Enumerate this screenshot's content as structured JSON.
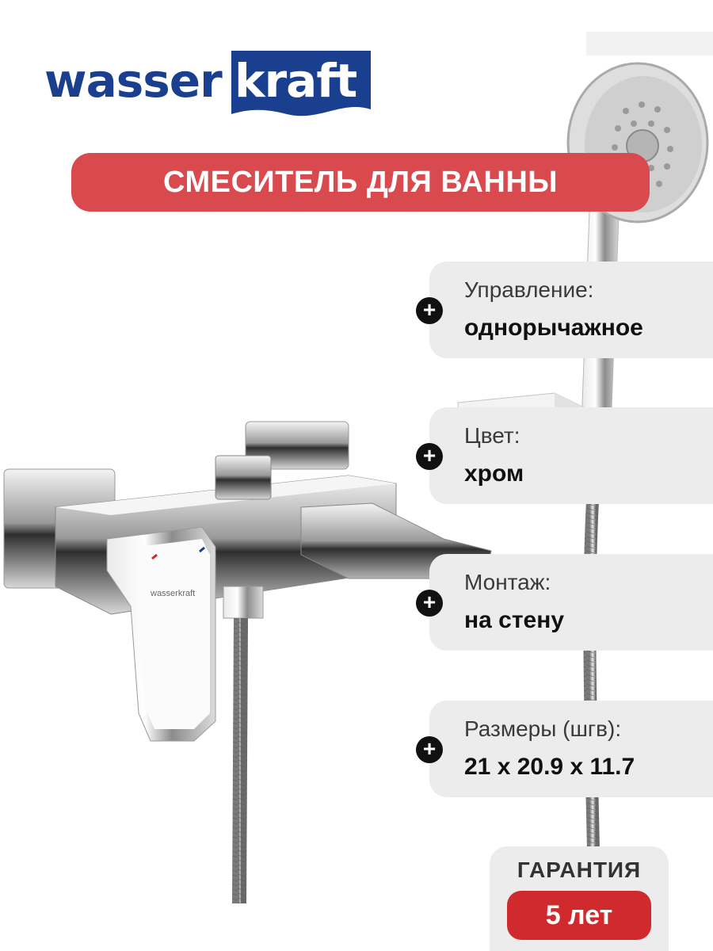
{
  "brand": {
    "part1": "wasser",
    "part2": "kraft",
    "handle_mark": "wasserkraft"
  },
  "title": "СМЕСИТЕЛЬ ДЛЯ ВАННЫ",
  "features": [
    {
      "label": "Управление:",
      "value": "однорычажное",
      "icon": "plus-icon"
    },
    {
      "label": "Цвет:",
      "value": "хром",
      "icon": "plus-icon"
    },
    {
      "label": "Монтаж:",
      "value": "на стену",
      "icon": "plus-icon"
    },
    {
      "label": "Размеры (шгв):",
      "value": "21 x 20.9 x 11.7",
      "icon": "plus-icon"
    }
  ],
  "warranty": {
    "label": "ГАРАНТИЯ",
    "value": "5 лет"
  },
  "colors": {
    "brand_blue": "#1a3f8f",
    "banner_red": "#d94a4e",
    "warranty_red": "#d0292e",
    "card_grey": "#ececec"
  }
}
